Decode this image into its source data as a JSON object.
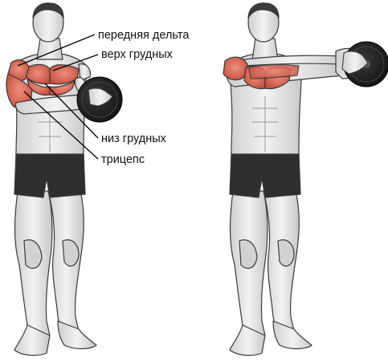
{
  "labels": {
    "anterior_deltoid": "передняя дельта",
    "upper_chest": "верх грудных",
    "lower_chest": "низ грудных",
    "triceps": "трицепс"
  },
  "figures": [
    {
      "pose": "start-plate-at-chest"
    },
    {
      "pose": "arms-extended-plate-forward"
    }
  ],
  "colors": {
    "skin": "#e6e6e6",
    "muscle_line": "#9a9a9a",
    "outline": "#3a3a3a",
    "highlight_muscle": "#d9705f",
    "highlight_dark": "#b84a3c",
    "shorts": "#2e2e2e",
    "plate": "#1e1e1e",
    "leader_line": "#000000"
  },
  "icons": [
    "weight-plate-icon"
  ]
}
